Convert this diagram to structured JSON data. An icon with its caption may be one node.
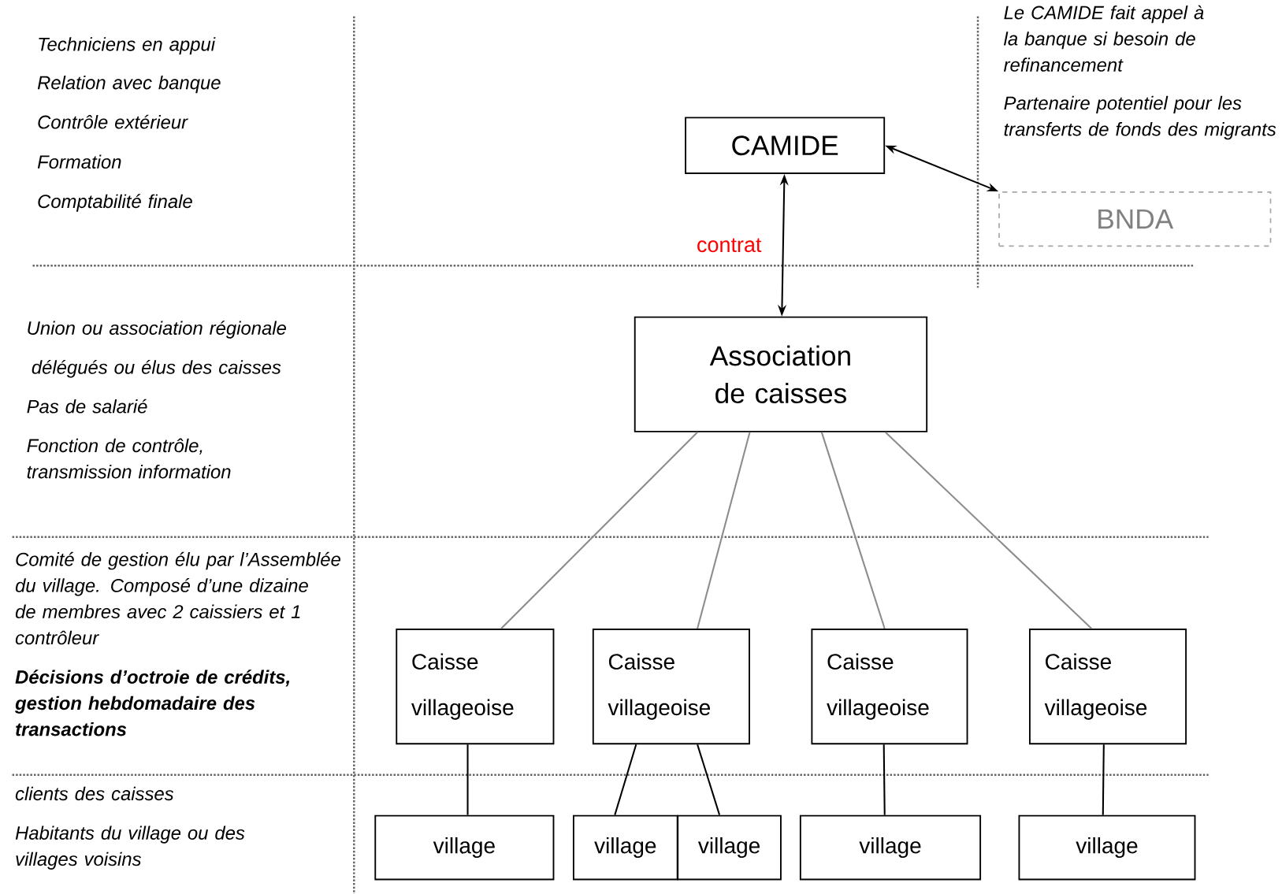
{
  "diagram": {
    "nodes": [
      {
        "text": [
          "CAMIDE"
        ]
      },
      {
        "text": [
          "BNDA"
        ]
      },
      {
        "text": [
          "Association de caisses"
        ]
      },
      {
        "text": [
          "Caisse villageoise"
        ]
      },
      {
        "text": [
          "Caisse villageoise"
        ]
      },
      {
        "text": [
          "Caisse villageoise"
        ]
      },
      {
        "text": [
          "Caisse villageoise"
        ]
      },
      {
        "text": [
          "village"
        ]
      },
      {
        "text": [
          "village"
        ]
      },
      {
        "text": [
          "village"
        ]
      },
      {
        "text": [
          "village"
        ]
      },
      {
        "text": [
          "village"
        ]
      }
    ],
    "edges": [
      {
        "from": 0,
        "to": 2,
        "arrow": "both",
        "label": "contrat"
      },
      {
        "from": 0,
        "to": 1,
        "arrow": "both"
      },
      {
        "from": 2,
        "to": 3,
        "arrow": "none",
        "color": "#8c8c8c"
      },
      {
        "from": 2,
        "to": 4,
        "arrow": "none",
        "color": "#8c8c8c"
      },
      {
        "from": 2,
        "to": 5,
        "arrow": "none",
        "color": "#8c8c8c"
      },
      {
        "from": 2,
        "to": 6,
        "arrow": "none",
        "color": "#8c8c8c"
      },
      {
        "from": 3,
        "to": 7,
        "arrow": "none"
      },
      {
        "from": 4,
        "to": 8,
        "arrow": "none"
      },
      {
        "from": 4,
        "to": 9,
        "arrow": "none"
      },
      {
        "from": 5,
        "to": 10,
        "arrow": "none"
      },
      {
        "from": 6,
        "to": 11,
        "arrow": "none"
      }
    ],
    "labels": [
      "Techniciens en appui",
      "Relation avec banque",
      "Contrôle extérieur",
      "Formation",
      "Comptabilité finale",
      "Le CAMIDE fait appel à la banque si besoin de refinancement",
      "Partenaire potentiel pour les transferts de fonds des migrants",
      "Union ou association régionale",
      "délégués ou élus des caisses",
      "Pas de salarié",
      "Fonction de contrôle, transmission information",
      "Comité de gestion élu par l’Assemblée du village. Composé d’une dizaine de membres avec 2 caissiers et 1 contrôleur",
      "Décisions d’octroie de crédits, gestion hebdomadaire des transactions",
      "clients des caisses",
      "Habitants du village ou des villages voisins"
    ]
  }
}
